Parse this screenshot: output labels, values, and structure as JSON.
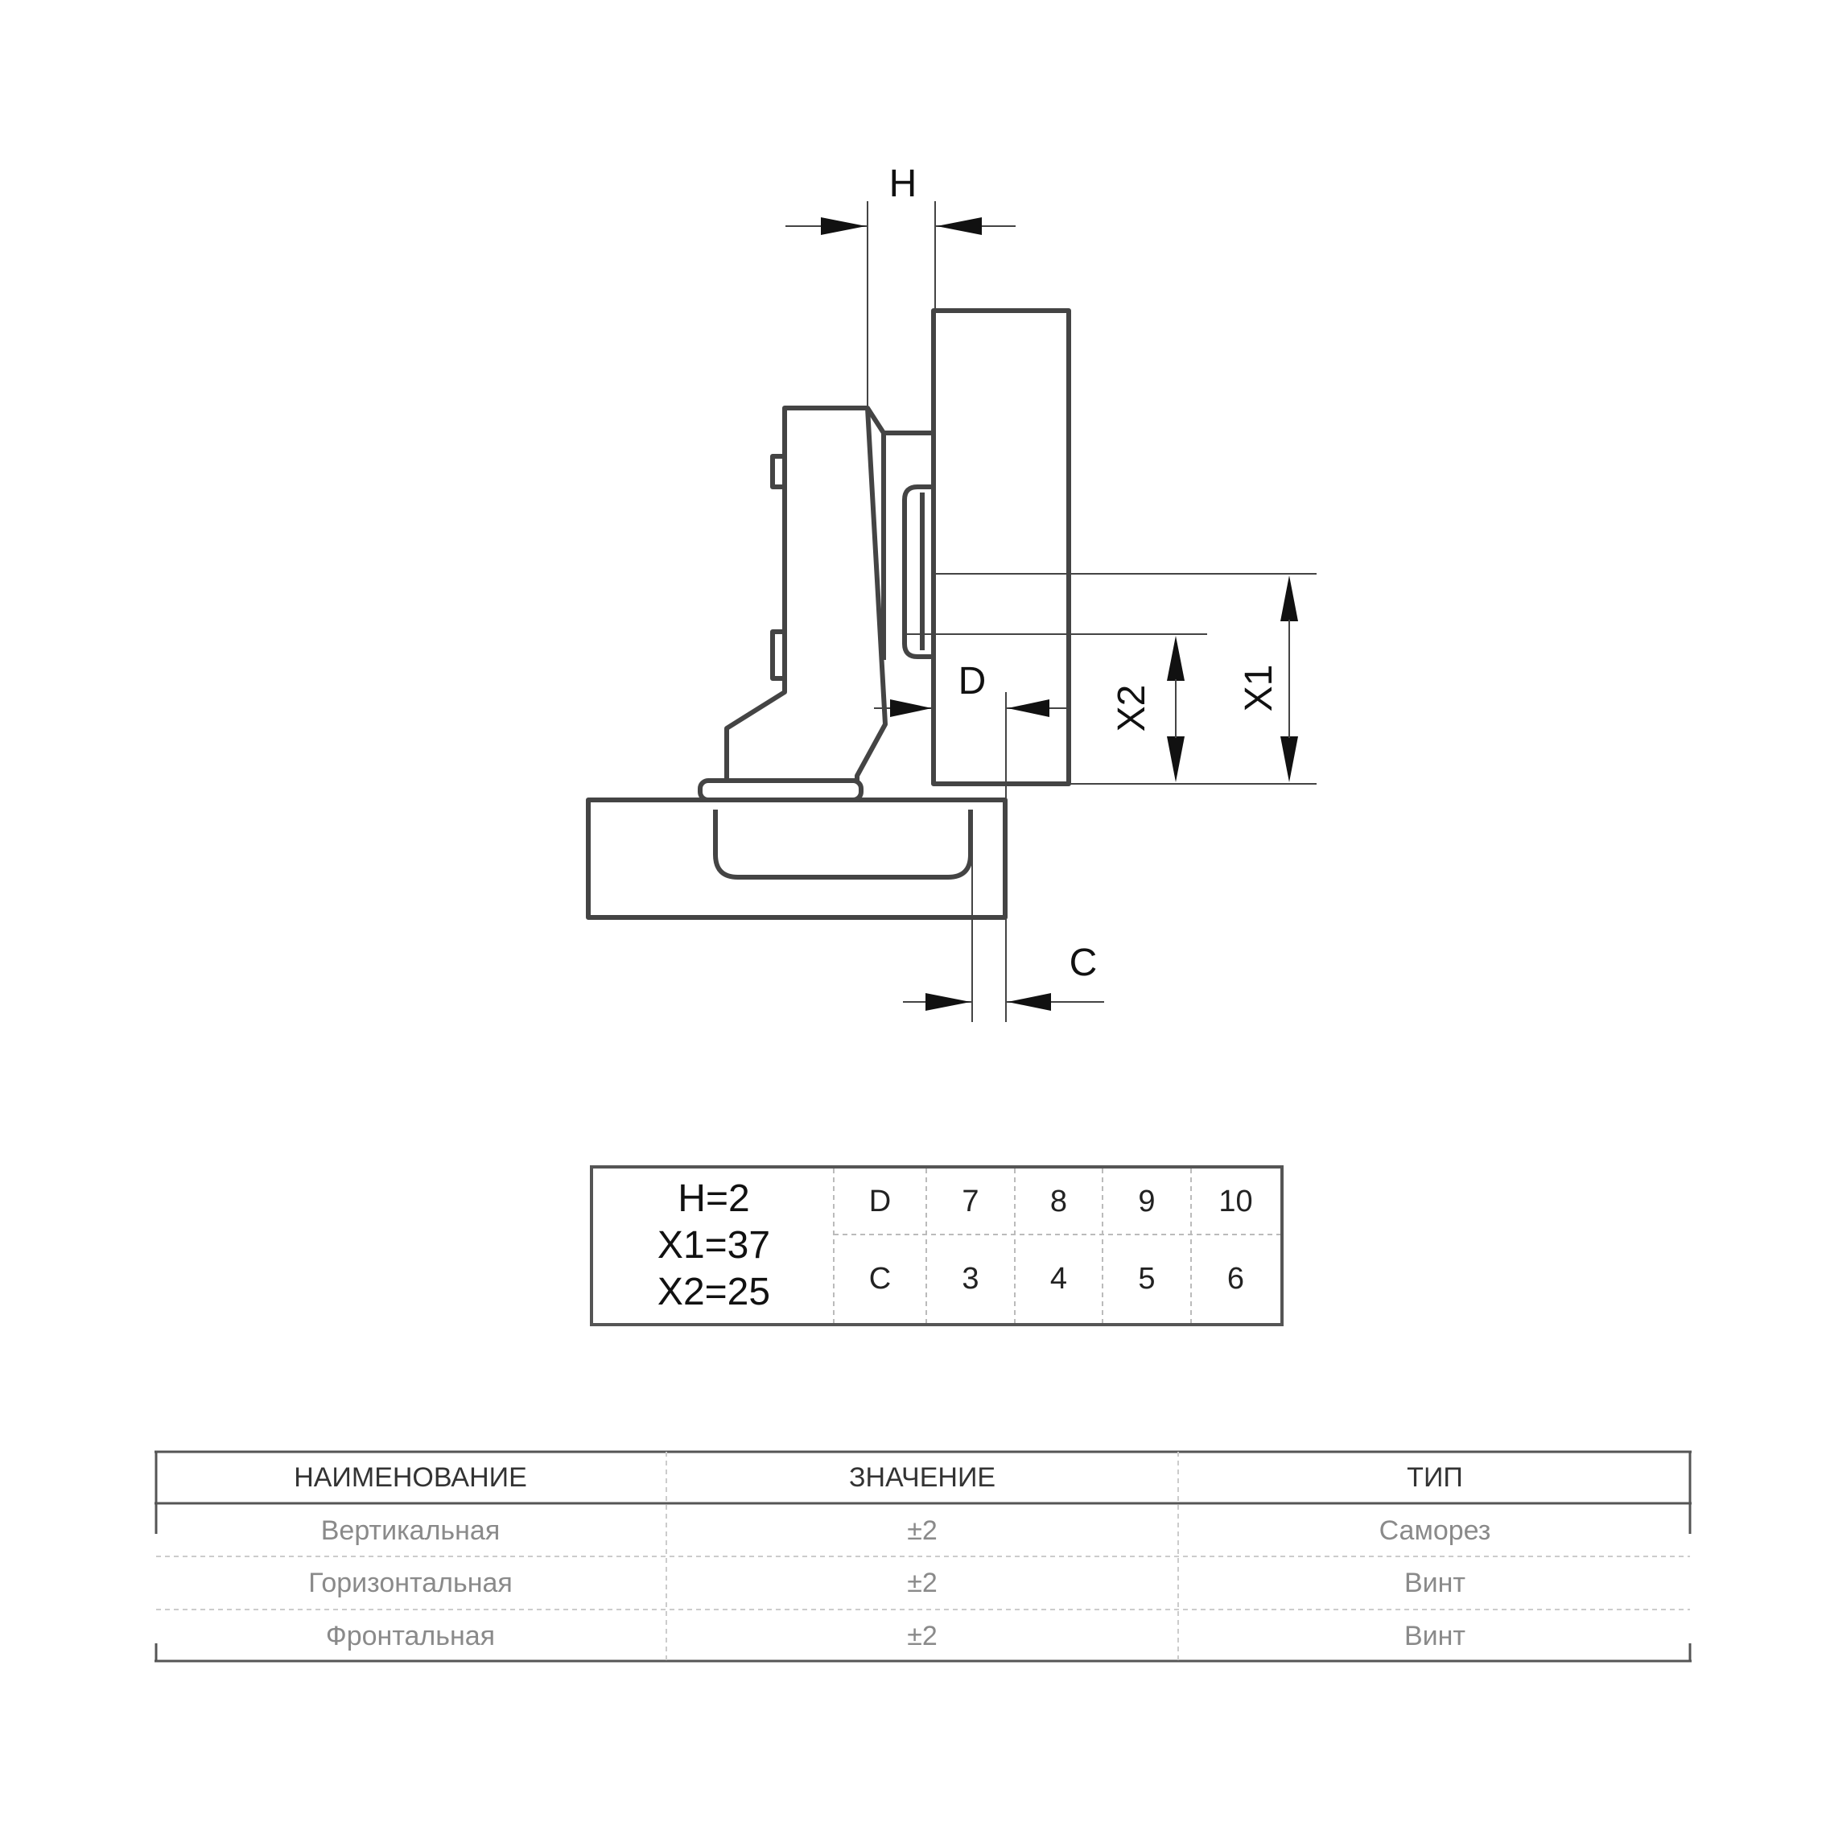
{
  "diagram": {
    "labels": {
      "H": "H",
      "D": "D",
      "X2": "X2",
      "X1": "X1",
      "C": "C"
    },
    "line_color": "#444444"
  },
  "spec_table": {
    "params": [
      "H=2",
      "X1=37",
      "X2=25"
    ],
    "row_d": {
      "label": "D",
      "values": [
        "7",
        "8",
        "9",
        "10"
      ]
    },
    "row_c": {
      "label": "C",
      "values": [
        "3",
        "4",
        "5",
        "6"
      ]
    }
  },
  "adjust_table": {
    "headers": [
      "НАИМЕНОВАНИЕ",
      "ЗНАЧЕНИЕ",
      "ТИП"
    ],
    "rows": [
      [
        "Вертикальная",
        "±2",
        "Саморез"
      ],
      [
        "Горизонтальная",
        "±2",
        "Винт"
      ],
      [
        "Фронтальная",
        "±2",
        "Винт"
      ]
    ]
  }
}
